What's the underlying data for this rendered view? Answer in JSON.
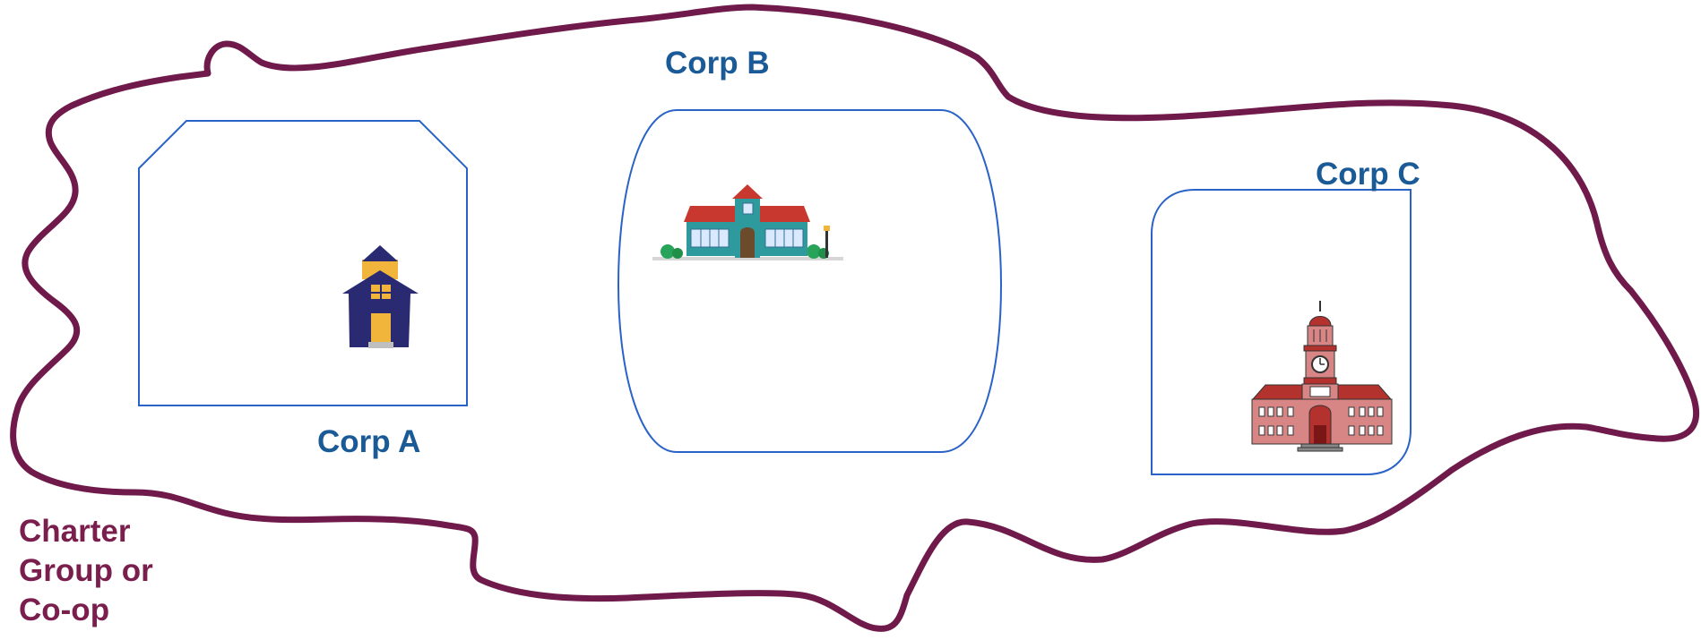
{
  "diagram": {
    "corp_a": {
      "label": "Corp A"
    },
    "corp_b": {
      "label": "Corp B"
    },
    "corp_c": {
      "label": "Corp C"
    },
    "group_label": {
      "line1": "Charter",
      "line2": "Group or",
      "line3": "Co-op"
    }
  },
  "colors": {
    "group_outline": "#6f1a4a",
    "corp_outline": "#2a63c7",
    "corp_label": "#1a5a96",
    "group_label": "#7a1e4e"
  },
  "icons": {
    "corp_a": "small-schoolhouse-icon",
    "corp_b": "school-building-icon",
    "corp_c": "clock-tower-building-icon"
  }
}
